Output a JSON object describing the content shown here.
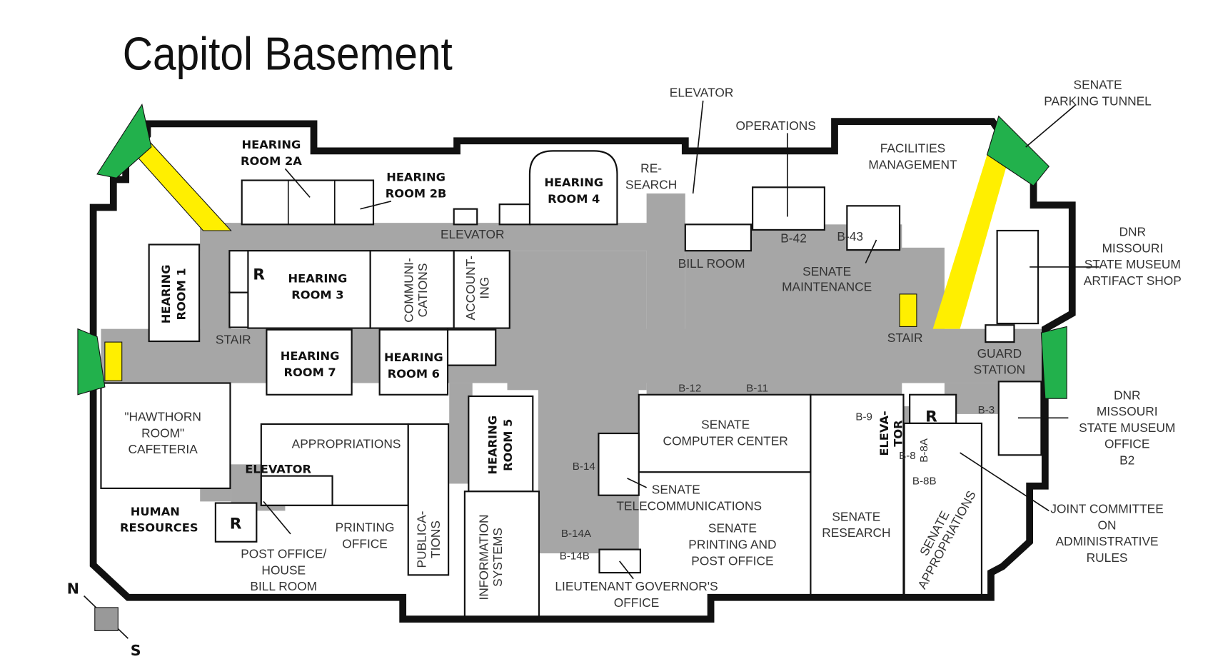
{
  "title": "Capitol Basement",
  "colors": {
    "corridor": "#a6a6a6",
    "entrance": "#22b14c",
    "tunnel": "#ffef00",
    "wall": "#111111"
  },
  "labels": {
    "hearing_2a": [
      "HEARING",
      "ROOM 2A"
    ],
    "hearing_2b": [
      "HEARING",
      "ROOM 2B"
    ],
    "hearing_4": [
      "HEARING",
      "ROOM 4"
    ],
    "research": [
      "RE-",
      "SEARCH"
    ],
    "elevator_top": "ELEVATOR",
    "operations": "OPERATIONS",
    "facilities": [
      "FACILITIES",
      "MANAGEMENT"
    ],
    "senate_parking_tunnel": [
      "SENATE",
      "PARKING TUNNEL"
    ],
    "elevator_corridor": "ELEVATOR",
    "b42": "B-42",
    "b43": "B-43",
    "bill_room": "BILL ROOM",
    "senate_maintenance": [
      "SENATE",
      "MAINTENANCE"
    ],
    "dnr_artifact": [
      "DNR",
      "MISSOURI",
      "STATE MUSEUM",
      "ARTIFACT SHOP"
    ],
    "hearing_1": [
      "HEARING",
      "ROOM 1"
    ],
    "r_restroom": "R",
    "hearing_3": [
      "HEARING",
      "ROOM 3"
    ],
    "communications": [
      "COMMUNI-",
      "CATIONS"
    ],
    "accounting": [
      "ACCOUNT-",
      "ING"
    ],
    "stair_left": "STAIR",
    "hearing_7": [
      "HEARING",
      "ROOM 7"
    ],
    "hearing_6": [
      "HEARING",
      "ROOM 6"
    ],
    "stair_right": "STAIR",
    "guard_station": [
      "GUARD",
      "STATION"
    ],
    "hawthorn": [
      "\"HAWTHORN",
      "ROOM\"",
      "CAFETERIA"
    ],
    "appropriations": "APPROPRIATIONS",
    "elevator_left": "ELEVATOR",
    "hearing_5": [
      "HEARING",
      "ROOM 5"
    ],
    "human_resources": [
      "HUMAN",
      "RESOURCES"
    ],
    "post_office": [
      "POST OFFICE/",
      "HOUSE",
      "BILL ROOM"
    ],
    "printing_office": [
      "PRINTING",
      "OFFICE"
    ],
    "publications": [
      "PUBLICA-",
      "TIONS"
    ],
    "information_systems": [
      "INFORMATION",
      "SYSTEMS"
    ],
    "b12": "B-12",
    "b11": "B-11",
    "b14": "B-14",
    "b14a": "B-14A",
    "b14b": "B-14B",
    "b9": "B-9",
    "b8": "B-8",
    "b8a": "B-8A",
    "b8b": "B-8B",
    "b3": "B-3",
    "senate_computer_center": [
      "SENATE",
      "COMPUTER CENTER"
    ],
    "senate_telecom": [
      "SENATE",
      "TELECOMMUNICATIONS"
    ],
    "senate_printing": [
      "SENATE",
      "PRINTING AND",
      "POST OFFICE"
    ],
    "senate_research": [
      "SENATE",
      "RESEARCH"
    ],
    "senate_appropriations": [
      "SENATE",
      "APPROPRIATIONS"
    ],
    "elevator_right": [
      "ELEVA-",
      "TOR"
    ],
    "lt_governor": [
      "LIEUTENANT GOVERNOR'S",
      "OFFICE"
    ],
    "dnr_office": [
      "DNR",
      "MISSOURI",
      "STATE MUSEUM",
      "OFFICE",
      "B2"
    ],
    "joint_committee": [
      "JOINT COMMITTEE",
      "ON",
      "ADMINISTRATIVE",
      "RULES"
    ]
  },
  "compass": {
    "north": "N",
    "south": "S"
  }
}
